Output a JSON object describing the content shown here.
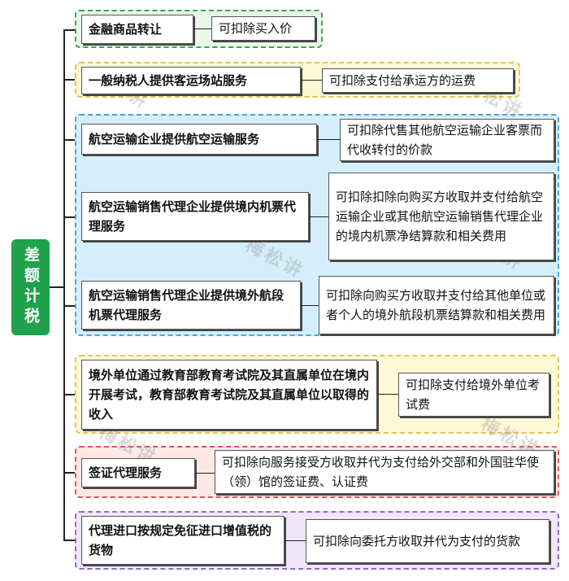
{
  "root": {
    "label": "差额计税"
  },
  "watermark": "梅松讲",
  "items": [
    {
      "category": "金融商品转让",
      "description": "可扣除买入价"
    },
    {
      "category": "一般纳税人提供客运场站服务",
      "description": "可扣除支付给承运方的运费"
    },
    {
      "category": "航空运输企业提供航空运输服务",
      "description": "可扣除代售其他航空运输企业客票而代收转付的价款"
    },
    {
      "category": "航空运输销售代理企业提供境内机票代理服务",
      "description": "可扣除扣除向购买方收取并支付给航空运输企业或其他航空运输销售代理企业的境内机票净结算款和相关费用"
    },
    {
      "category": "航空运输销售代理企业提供境外航段机票代理服务",
      "description": "可扣除向购买方收取并支付给其他单位或者个人的境外航段机票结算款和相关费用"
    },
    {
      "category": "境外单位通过教育部教育考试院及其直属单位在境内开展考试，教育部教育考试院及其直属单位以取得的收入",
      "description": "可扣除支付给境外单位考试费"
    },
    {
      "category": "签证代理服务",
      "description": "可扣除向服务接受方收取并代为支付给外交部和外国驻华使（领）馆的签证费、认证费"
    },
    {
      "category": "代理进口按规定免征进口增值税的货物",
      "description": "可扣除向委托方收取并代为支付的货款"
    }
  ]
}
